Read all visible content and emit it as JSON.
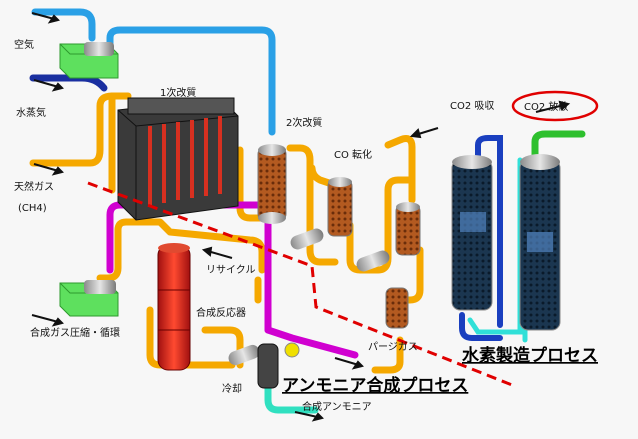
{
  "labels": {
    "air": "空気",
    "steam": "水蒸気",
    "natural_gas": "天然ガス",
    "ch4": "(CH4)",
    "primary_reforming": "1次改質",
    "secondary_reforming": "2次改質",
    "co_conversion": "CO 転化",
    "co2_absorption": "CO2 吸収",
    "co2_release": "CO2 放散",
    "recycle": "リサイクル",
    "synthesis_reactor": "合成反応器",
    "syngas_compression": "合成ガス圧縮・循環",
    "purge_gas": "パージガス",
    "cooling": "冷却",
    "synthesized_ammonia": "合成アンモニア"
  },
  "process_titles": {
    "hydrogen_process": "水素製造プロセス",
    "ammonia_process": "アンモニア合成プロセス"
  },
  "colors": {
    "pipe_orange": "#f5a800",
    "pipe_blue": "#2aa0e6",
    "pipe_navy": "#1a2fa0",
    "pipe_magenta": "#d000d0",
    "pipe_green": "#2ec02e",
    "pipe_cyan": "#30e0d8",
    "pipe_dark_blue": "#1a3fbf",
    "compressor_green": "#5ee05e",
    "furnace_red": "#d83020",
    "boundary_red": "#e00000"
  }
}
